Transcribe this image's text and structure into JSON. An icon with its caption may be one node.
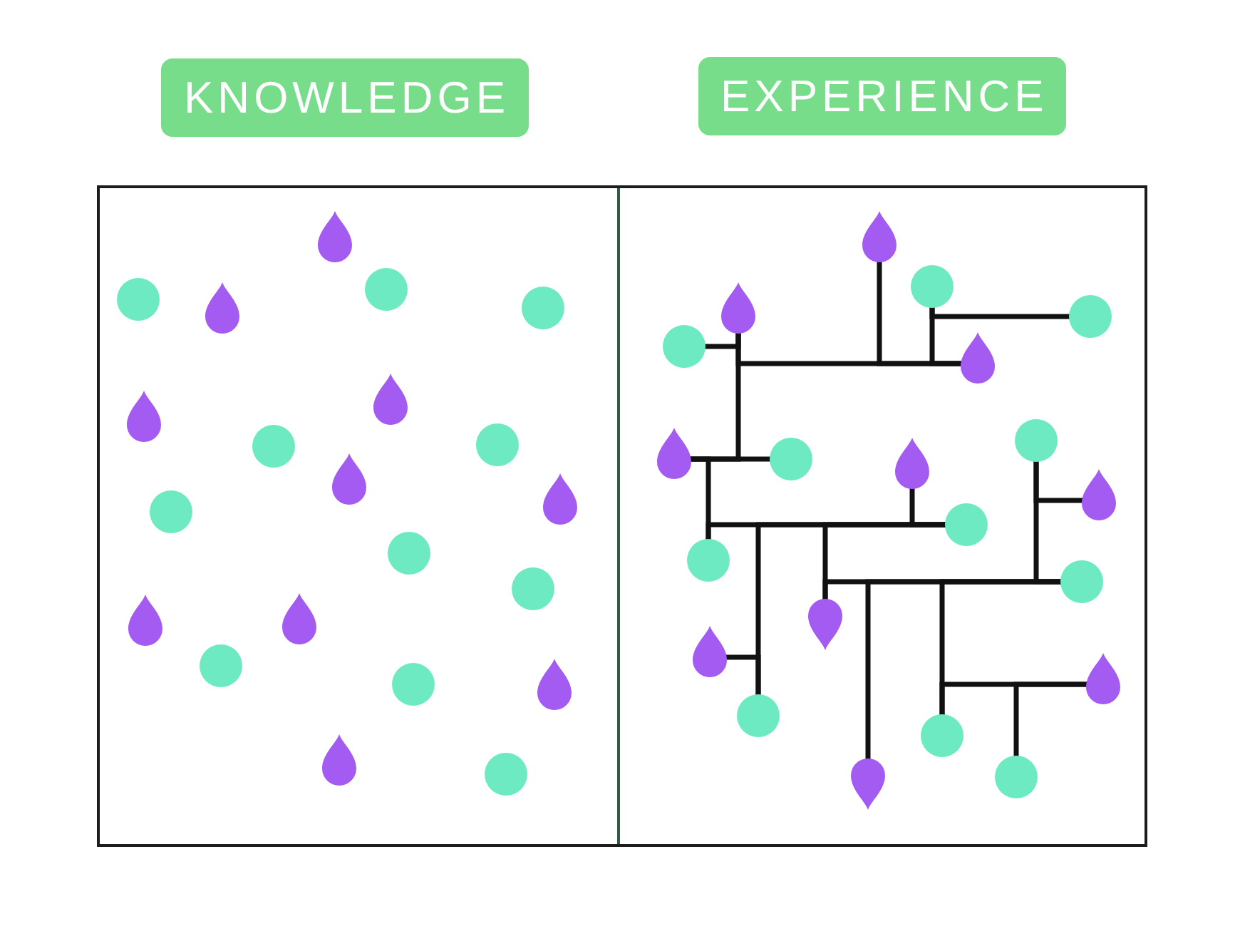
{
  "diagram": {
    "nodes": [
      {
        "text": [
          "KNOWLEDGE"
        ]
      },
      {
        "text": [
          "EXPERIENCE"
        ]
      },
      {
        "text": [],
        "shape": "drop"
      },
      {
        "text": [],
        "shape": "circle"
      },
      {
        "text": [],
        "shape": "circle"
      },
      {
        "text": [],
        "shape": "drop"
      },
      {
        "text": [],
        "shape": "circle"
      },
      {
        "text": [],
        "shape": "drop"
      },
      {
        "text": [],
        "shape": "drop"
      },
      {
        "text": [],
        "shape": "circle"
      },
      {
        "text": [],
        "shape": "circle"
      },
      {
        "text": [],
        "shape": "drop"
      },
      {
        "text": [],
        "shape": "drop"
      },
      {
        "text": [],
        "shape": "circle"
      },
      {
        "text": [],
        "shape": "circle"
      },
      {
        "text": [],
        "shape": "circle"
      },
      {
        "text": [],
        "shape": "drop"
      },
      {
        "text": [],
        "shape": "drop"
      },
      {
        "text": [],
        "shape": "circle"
      },
      {
        "text": [],
        "shape": "circle"
      },
      {
        "text": [],
        "shape": "drop"
      },
      {
        "text": [],
        "shape": "drop"
      },
      {
        "text": [],
        "shape": "circle"
      },
      {
        "text": [],
        "shape": "drop"
      },
      {
        "text": [],
        "shape": "circle"
      },
      {
        "text": [],
        "shape": "drop"
      },
      {
        "text": [],
        "shape": "circle"
      },
      {
        "text": [],
        "shape": "circle"
      },
      {
        "text": [],
        "shape": "drop"
      },
      {
        "text": [],
        "shape": "circle"
      },
      {
        "text": [],
        "shape": "drop"
      },
      {
        "text": [],
        "shape": "circle"
      },
      {
        "text": [],
        "shape": "drop"
      },
      {
        "text": [],
        "shape": "drop"
      },
      {
        "text": [],
        "shape": "circle"
      },
      {
        "text": [],
        "shape": "circle"
      },
      {
        "text": [],
        "shape": "circle"
      },
      {
        "text": [],
        "shape": "drop"
      },
      {
        "text": [],
        "shape": "drop"
      },
      {
        "text": [],
        "shape": "drop"
      },
      {
        "text": [],
        "shape": "circle"
      },
      {
        "text": [],
        "shape": "circle"
      },
      {
        "text": [],
        "shape": "circle"
      },
      {
        "text": [],
        "shape": "drop"
      }
    ],
    "edges": [
      {
        "from": 25,
        "to": 28,
        "arrow": "none"
      },
      {
        "from": 27,
        "to": 25,
        "arrow": "none"
      },
      {
        "from": 23,
        "to": 28,
        "arrow": "none"
      },
      {
        "from": 24,
        "to": 28,
        "arrow": "none"
      },
      {
        "from": 24,
        "to": 26,
        "arrow": "none"
      },
      {
        "from": 25,
        "to": 30,
        "arrow": "none"
      },
      {
        "from": 30,
        "to": 31,
        "arrow": "none"
      },
      {
        "from": 30,
        "to": 35,
        "arrow": "none"
      },
      {
        "from": 35,
        "to": 34,
        "arrow": "none"
      },
      {
        "from": 32,
        "to": 34,
        "arrow": "none"
      },
      {
        "from": 34,
        "to": 40,
        "arrow": "none"
      },
      {
        "from": 38,
        "to": 40,
        "arrow": "none"
      },
      {
        "from": 34,
        "to": 37,
        "arrow": "none"
      },
      {
        "from": 37,
        "to": 36,
        "arrow": "none"
      },
      {
        "from": 29,
        "to": 36,
        "arrow": "none"
      },
      {
        "from": 29,
        "to": 33,
        "arrow": "none"
      },
      {
        "from": 43,
        "to": 36,
        "arrow": "none"
      },
      {
        "from": 41,
        "to": 36,
        "arrow": "none"
      },
      {
        "from": 41,
        "to": 39,
        "arrow": "none"
      },
      {
        "from": 42,
        "to": 39,
        "arrow": "none"
      }
    ]
  }
}
